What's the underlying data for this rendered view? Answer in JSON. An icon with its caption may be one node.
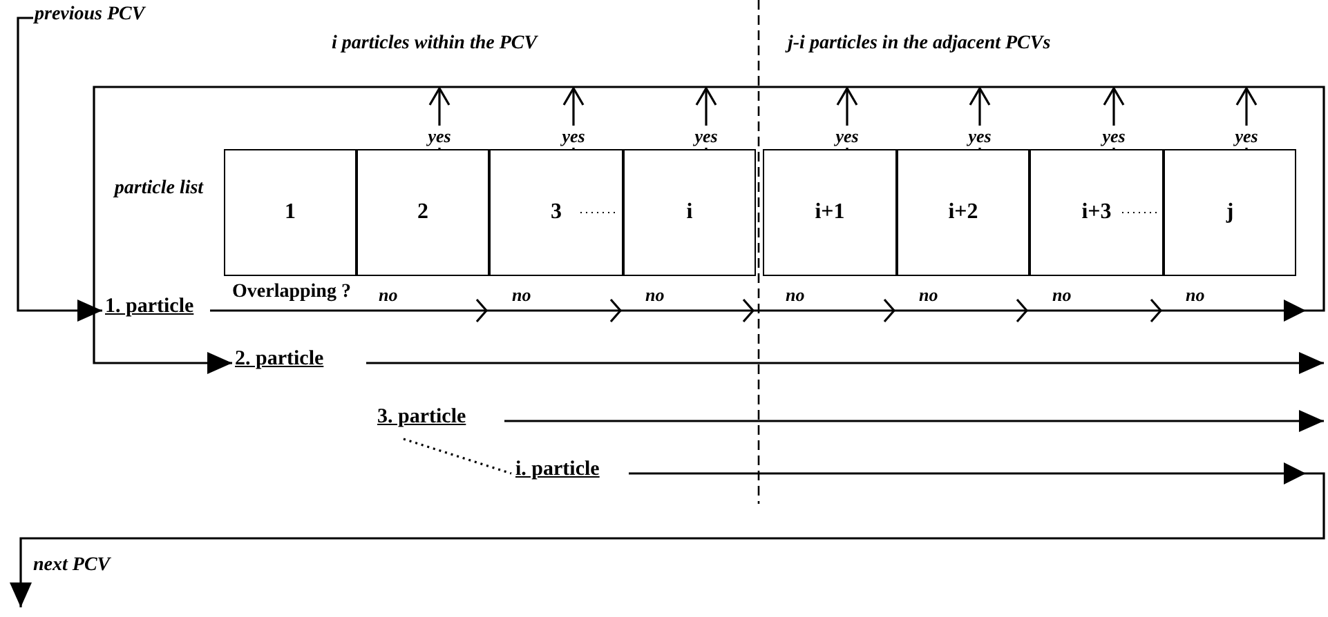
{
  "diagram": {
    "nodes": [
      {
        "text": [
          "previous PCV"
        ]
      },
      {
        "text": [
          "1"
        ]
      },
      {
        "text": [
          "2"
        ]
      },
      {
        "text": [
          "3"
        ]
      },
      {
        "text": [
          "i"
        ]
      },
      {
        "text": [
          "i+1"
        ]
      },
      {
        "text": [
          "i+2"
        ]
      },
      {
        "text": [
          "i+3"
        ]
      },
      {
        "text": [
          "j"
        ]
      },
      {
        "text": [
          "1. particle"
        ]
      },
      {
        "text": [
          "2. particle"
        ]
      },
      {
        "text": [
          "3. particle"
        ]
      },
      {
        "text": [
          "i. particle"
        ]
      },
      {
        "text": [
          "next PCV"
        ]
      }
    ],
    "edges": [
      {
        "from": 0,
        "to": 9,
        "arrow": "to"
      },
      {
        "from": 2,
        "to": null,
        "arrow": "to",
        "label": "yes"
      },
      {
        "from": 3,
        "to": null,
        "arrow": "to",
        "label": "yes"
      },
      {
        "from": 4,
        "to": null,
        "arrow": "to",
        "label": "yes"
      },
      {
        "from": 5,
        "to": null,
        "arrow": "to",
        "label": "yes"
      },
      {
        "from": 6,
        "to": null,
        "arrow": "to",
        "label": "yes"
      },
      {
        "from": 7,
        "to": null,
        "arrow": "to",
        "label": "yes"
      },
      {
        "from": 8,
        "to": null,
        "arrow": "to",
        "label": "yes"
      },
      {
        "from": 9,
        "to": 10,
        "arrow": "to"
      },
      {
        "from": 10,
        "to": null,
        "arrow": "to"
      },
      {
        "from": 11,
        "to": null,
        "arrow": "to"
      },
      {
        "from": 11,
        "to": 12,
        "arrow": "none",
        "style": "dashed"
      },
      {
        "from": 12,
        "to": 13,
        "arrow": "to"
      }
    ],
    "labels": [
      "i particles within the PCV",
      "j-i particles in the adjacent PCVs",
      "particle list",
      "Overlapping ?",
      "no",
      "no",
      "no",
      "no",
      "no",
      "no",
      "no"
    ]
  }
}
